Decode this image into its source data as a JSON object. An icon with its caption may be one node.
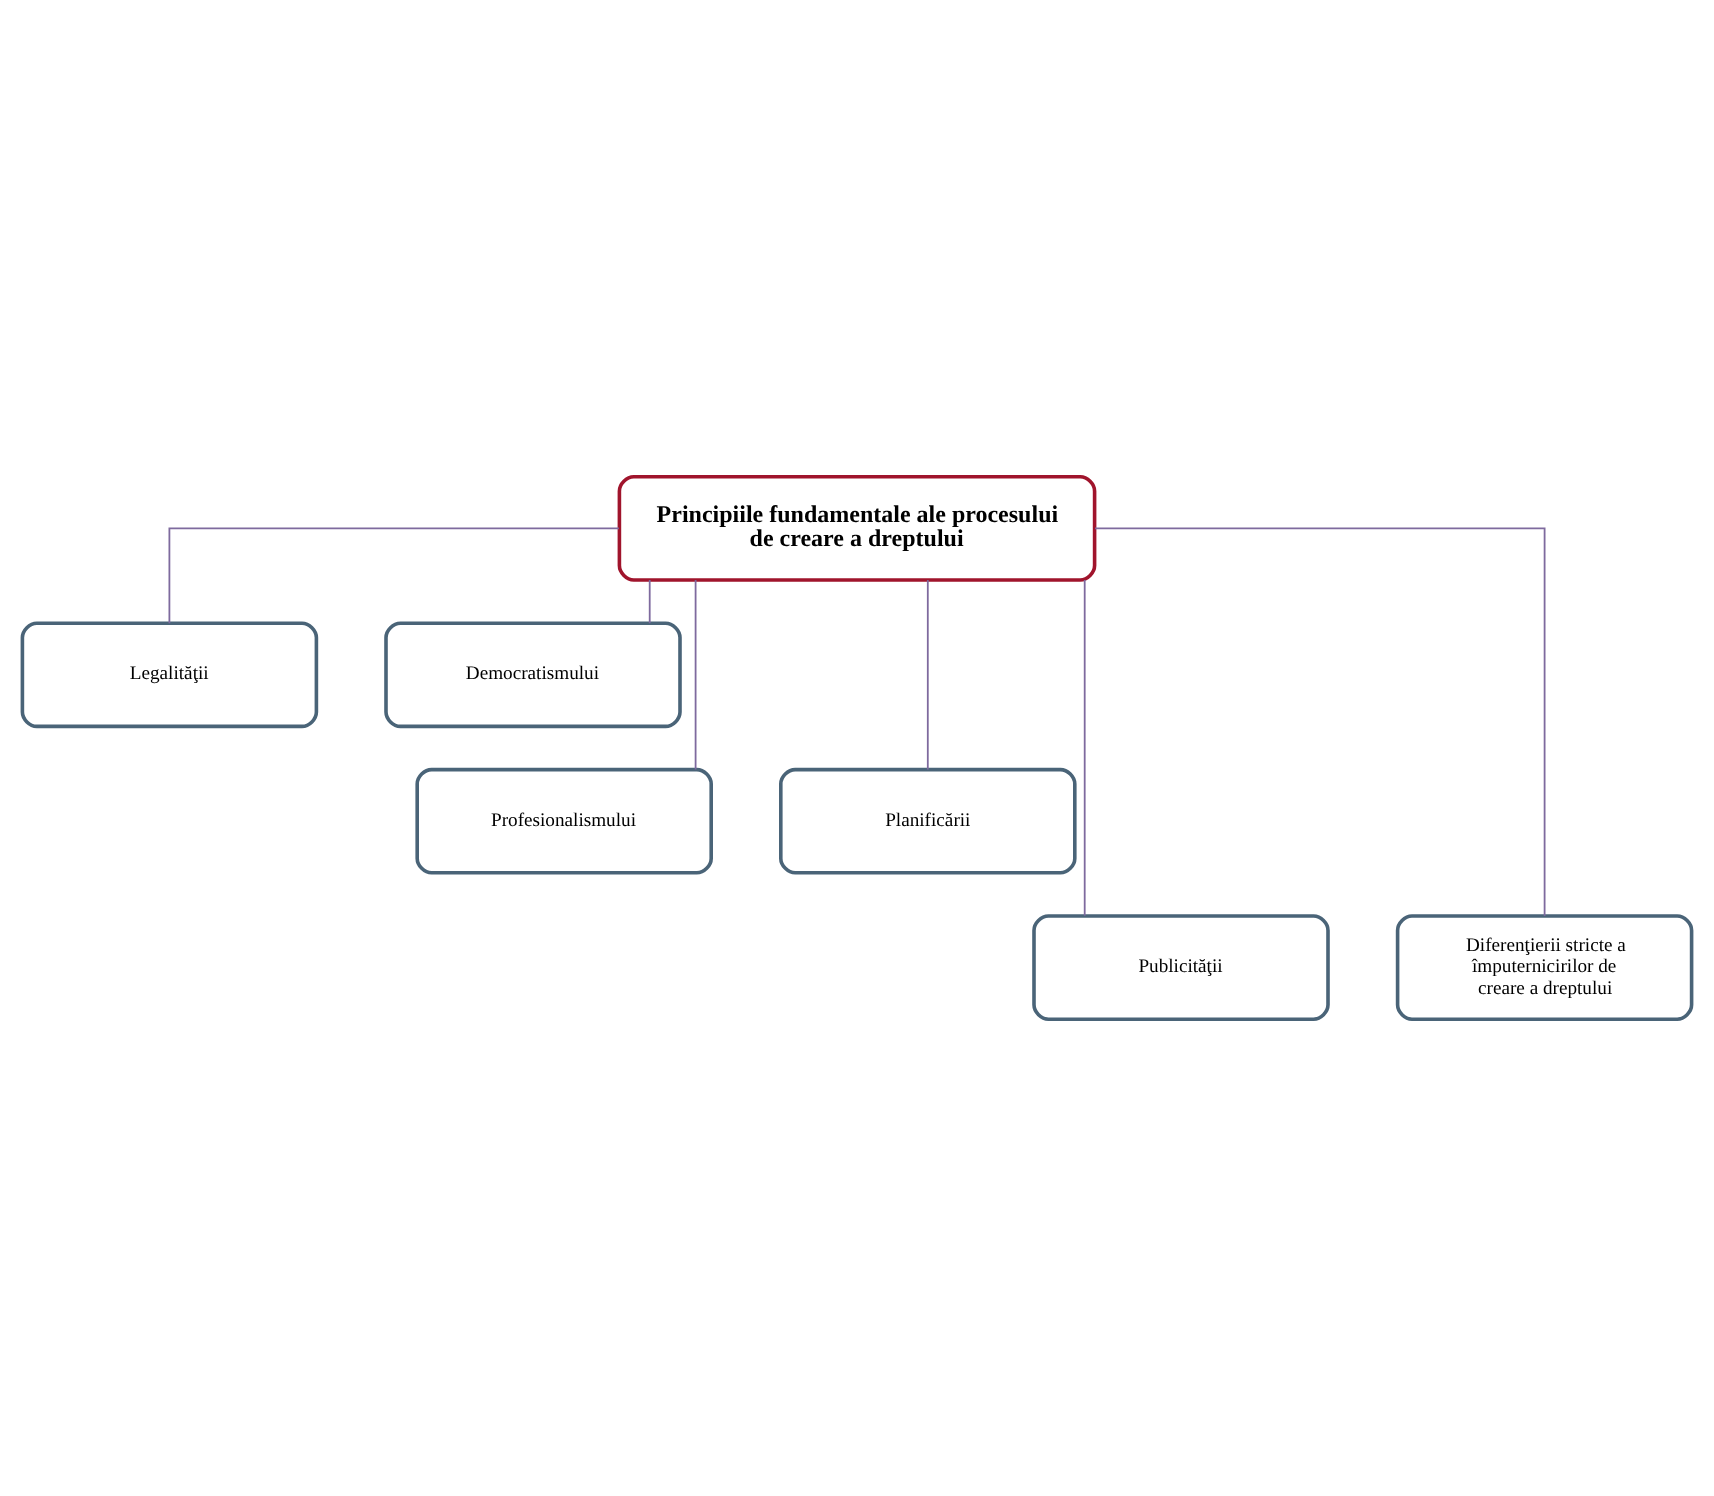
{
  "diagram": {
    "nodes": [
      {
        "text": [
          "Principiile fundamentale ale procesului de creare a dreptului"
        ]
      },
      {
        "text": [
          "Legalităţii"
        ]
      },
      {
        "text": [
          "Democratismului"
        ]
      },
      {
        "text": [
          "Profesionalismului"
        ]
      },
      {
        "text": [
          "Planificării"
        ]
      },
      {
        "text": [
          "Publicităţii"
        ]
      },
      {
        "text": [
          "Diferenţierii stricte a împuternicirilor de creare a dreptului"
        ]
      }
    ],
    "edges": [
      {
        "from": 0,
        "to": 1,
        "arrow": "none"
      },
      {
        "from": 0,
        "to": 2,
        "arrow": "none"
      },
      {
        "from": 0,
        "to": 3,
        "arrow": "none"
      },
      {
        "from": 0,
        "to": 4,
        "arrow": "none"
      },
      {
        "from": 0,
        "to": 5,
        "arrow": "none"
      },
      {
        "from": 0,
        "to": 6,
        "arrow": "none"
      }
    ]
  }
}
